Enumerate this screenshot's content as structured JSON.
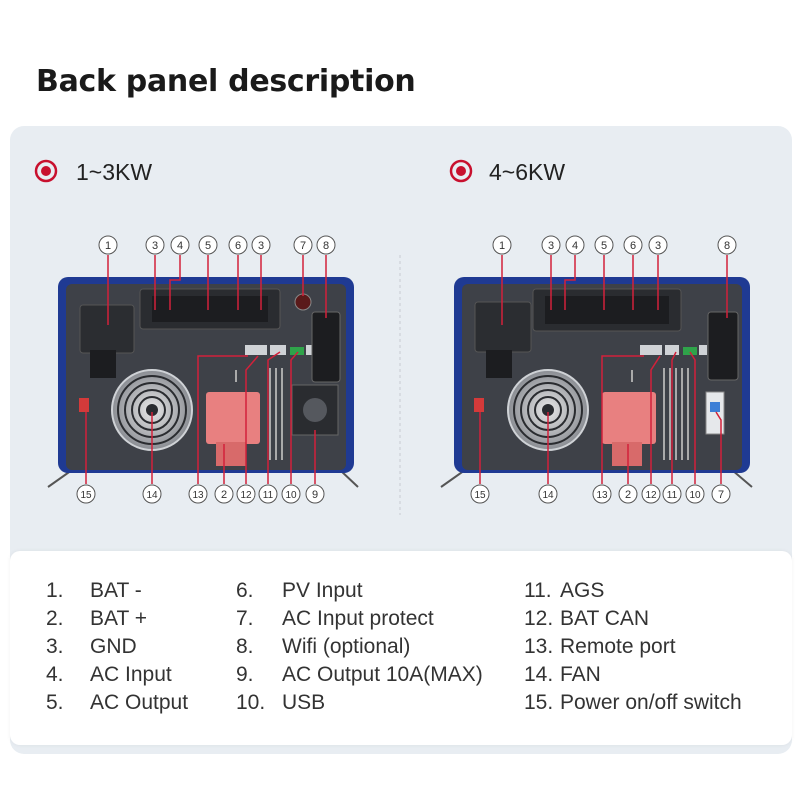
{
  "title": "Back panel description",
  "models": [
    {
      "label": "1~3KW",
      "top_callouts": [
        "1",
        "3",
        "4",
        "5",
        "6",
        "3",
        "7",
        "8"
      ],
      "bottom_callouts": [
        "15",
        "14",
        "13",
        "2",
        "12",
        "11",
        "10",
        "9"
      ]
    },
    {
      "label": "4~6KW",
      "top_callouts": [
        "1",
        "3",
        "4",
        "5",
        "6",
        "3",
        "8"
      ],
      "bottom_callouts": [
        "15",
        "14",
        "13",
        "2",
        "12",
        "11",
        "10",
        "7"
      ]
    }
  ],
  "legend": {
    "col1": [
      {
        "num": "1.",
        "text": "BAT -"
      },
      {
        "num": "2.",
        "text": "BAT +"
      },
      {
        "num": "3.",
        "text": "GND"
      },
      {
        "num": "4.",
        "text": "AC Input"
      },
      {
        "num": "5.",
        "text": "AC Output"
      }
    ],
    "col2": [
      {
        "num": "6.",
        "text": "PV Input"
      },
      {
        "num": "7.",
        "text": "AC Input protect"
      },
      {
        "num": "8.",
        "text": "Wifi (optional)"
      },
      {
        "num": "9.",
        "text": "AC Output 10A(MAX)"
      },
      {
        "num": "10.",
        "text": "USB"
      }
    ],
    "col3": [
      {
        "num": "11.",
        "text": "AGS"
      },
      {
        "num": "12.",
        "text": "BAT CAN"
      },
      {
        "num": "13.",
        "text": "Remote port"
      },
      {
        "num": "14.",
        "text": "FAN"
      },
      {
        "num": "15.",
        "text": "Power on/off switch"
      }
    ]
  },
  "colors": {
    "callout_line": "#d2213a",
    "radio": "#c8102e",
    "frame": "#1f3a93",
    "body": "#3e4148"
  }
}
